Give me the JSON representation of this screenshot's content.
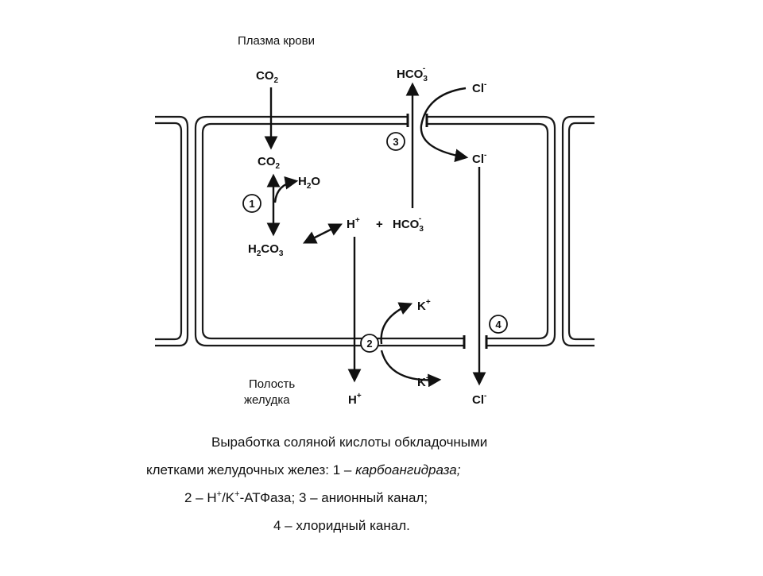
{
  "regions": {
    "plasma": "Плазма крови",
    "cavity_line1": "Полость",
    "cavity_line2": "желудка"
  },
  "species": {
    "co2": {
      "base": "CO",
      "sub": "2"
    },
    "h2o": {
      "base": "H",
      "sub": "2",
      "tail": "O"
    },
    "h2co3": {
      "base": "H",
      "sub": "2",
      "tail": "CO",
      "sub2": "3"
    },
    "h_plus": {
      "base": "H",
      "sup": "+"
    },
    "plus_sign": "+",
    "hco3": {
      "base": "HCO",
      "sub": "3",
      "sup": "-"
    },
    "cl": {
      "base": "Cl",
      "sup": "-"
    },
    "k_plus": {
      "base": "K",
      "sup": "+"
    }
  },
  "markers": [
    "1",
    "2",
    "3",
    "4"
  ],
  "caption": {
    "line1": "Выработка соляной кислоты обкладочными",
    "line2_prefix": "клетками желудочных желез: 1 – ",
    "line2_italic": "карбоангидраза;",
    "line3_a": "2 – H",
    "line3_sup1": "+",
    "line3_b": "/K",
    "line3_sup2": "+",
    "line3_c": "-АТФаза; 3 – анионный канал;",
    "line4": "4 – хлоридный канал."
  }
}
